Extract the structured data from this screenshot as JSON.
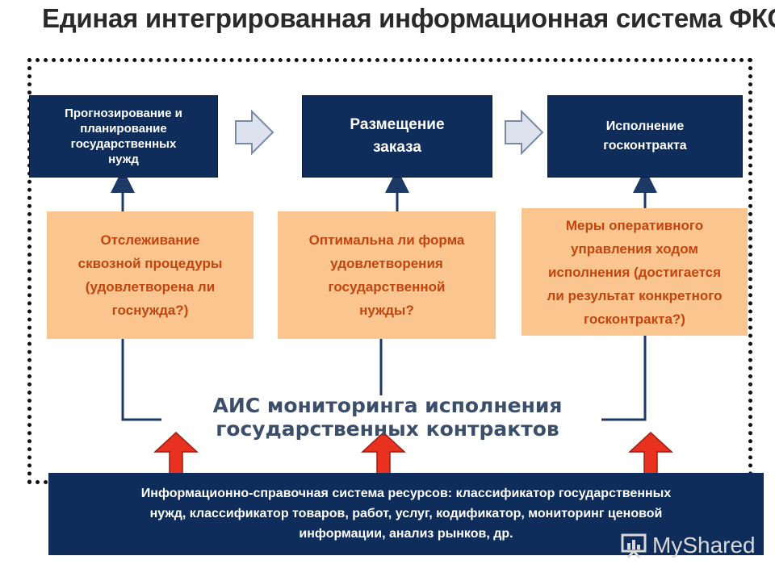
{
  "title": "Единая интегрированная информационная система ФКС",
  "stages": [
    {
      "label": "Прогнозирование и\nпланирование\nгосударственных\nнужд"
    },
    {
      "label": "Размещение\nзаказа"
    },
    {
      "label": "Исполнение\nгосконтракта"
    }
  ],
  "questions": [
    {
      "text": "Отслеживание\nсквозной процедуры\n(удовлетворена ли\nгоснужда?)"
    },
    {
      "text": "Оптимальна ли форма\nудовлетворения\nгосударственной\nнужды?"
    },
    {
      "text": "Меры оперативного\nуправления ходом\nисполнения (достигается\nли результат конкретного\nгосконтракта?)"
    }
  ],
  "aic": {
    "line1": "АИС мониторинга исполнения",
    "line2": "государственных контрактов"
  },
  "bottom": {
    "text": "Информационно-справочная система ресурсов: классификатор государственных\nнужд, классификатор товаров, работ, услуг, кодификатор, мониторинг ценовой\nинформации, анализ рынков, др."
  },
  "watermark": "MyShared",
  "colors": {
    "navy": "#0f2d5a",
    "peach": "#fbc590",
    "orange_text": "#c0450f",
    "red_arrow": "#e8311f",
    "chevron": "#dde3ee"
  }
}
